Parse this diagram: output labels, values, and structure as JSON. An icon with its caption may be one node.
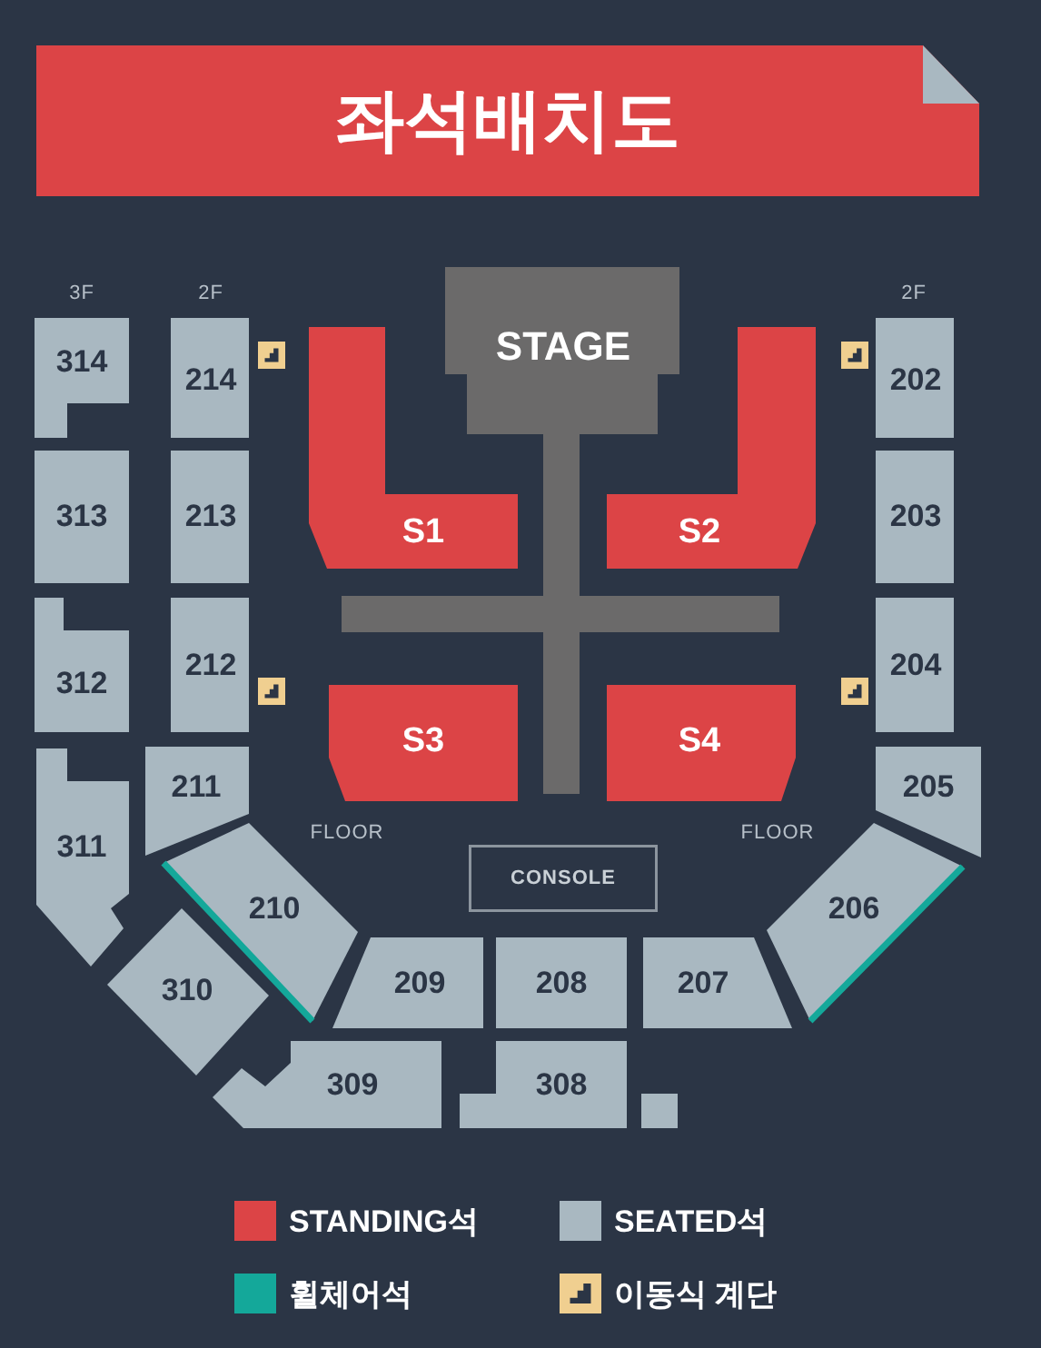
{
  "diagram": {
    "title": "좌석배치도",
    "nodes": [
      {
        "text": [
          "STAGE"
        ]
      },
      {
        "text": [
          "314"
        ]
      },
      {
        "text": [
          "214"
        ]
      },
      {
        "text": [
          "202"
        ]
      },
      {
        "text": [
          "S1"
        ]
      },
      {
        "text": [
          "S2"
        ]
      },
      {
        "text": [
          "313"
        ]
      },
      {
        "text": [
          "213"
        ]
      },
      {
        "text": [
          "203"
        ]
      },
      {
        "text": [
          "312"
        ]
      },
      {
        "text": [
          "212"
        ]
      },
      {
        "text": [
          "204"
        ]
      },
      {
        "text": [
          "S3"
        ]
      },
      {
        "text": [
          "S4"
        ]
      },
      {
        "text": [
          "311"
        ]
      },
      {
        "text": [
          "211"
        ]
      },
      {
        "text": [
          "205"
        ]
      },
      {
        "text": [
          "210"
        ]
      },
      {
        "text": [
          "206"
        ]
      },
      {
        "text": [
          "CONSOLE"
        ]
      },
      {
        "text": [
          "310"
        ]
      },
      {
        "text": [
          "209"
        ]
      },
      {
        "text": [
          "208"
        ]
      },
      {
        "text": [
          "207"
        ]
      },
      {
        "text": [
          "309"
        ]
      },
      {
        "text": [
          "308"
        ]
      },
      {
        "text": [],
        "shape": "box"
      }
    ],
    "labels": [
      "3F",
      "2F",
      "2F",
      "FLOOR",
      "FLOOR"
    ],
    "legend": [
      {
        "text": "STANDING석",
        "color": "#dc4446"
      },
      {
        "text": "SEATED석",
        "color": "#a9b8c1"
      },
      {
        "text": "휠체어석",
        "color": "#14a89a"
      },
      {
        "text": "이동식 계단"
      }
    ]
  }
}
